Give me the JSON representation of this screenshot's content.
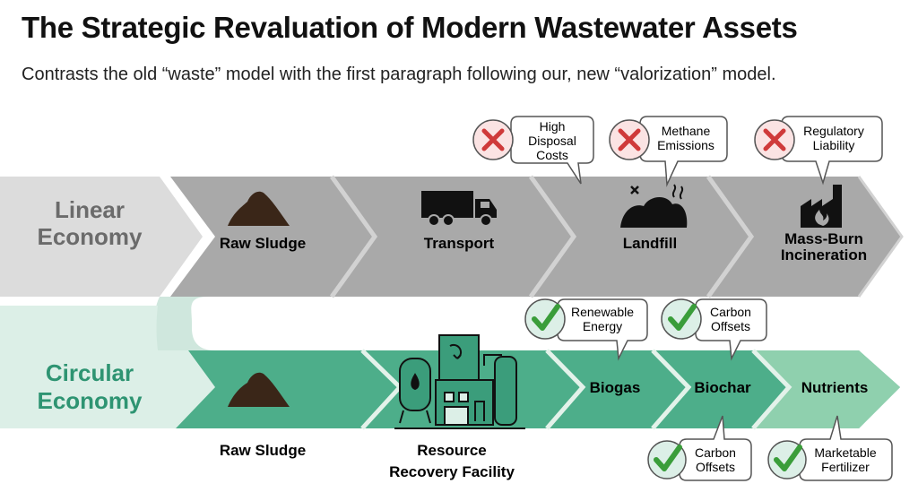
{
  "title": "The Strategic Revaluation of Modern Wastewater Assets",
  "subtitle": "Contrasts the old “waste” model with the first paragraph following our, new “valorization” model.",
  "linear": {
    "label_line1": "Linear",
    "label_line2": "Economy",
    "steps": {
      "raw_sludge": "Raw Sludge",
      "transport": "Transport",
      "landfill": "Landfill",
      "incineration_line1": "Mass-Burn",
      "incineration_line2": "Incineration"
    },
    "callouts": [
      {
        "lines": [
          "High",
          "Disposal",
          "Costs"
        ],
        "mark": "x-icon"
      },
      {
        "lines": [
          "Methane",
          "Emissions"
        ],
        "mark": "x-icon"
      },
      {
        "lines": [
          "Regulatory",
          "Liability"
        ],
        "mark": "x-icon"
      }
    ]
  },
  "circular": {
    "label_line1": "Circular",
    "label_line2": "Economy",
    "steps": {
      "raw_sludge": "Raw Sludge",
      "facility_line1": "Resource",
      "facility_line2": "Recovery Facility",
      "biogas": "Biogas",
      "biochar": "Biochar",
      "nutrients": "Nutrients"
    },
    "callouts_top": [
      {
        "lines": [
          "Renewable",
          "Energy"
        ],
        "mark": "check-icon"
      },
      {
        "lines": [
          "Carbon",
          "Offsets"
        ],
        "mark": "check-icon"
      }
    ],
    "callouts_bottom": [
      {
        "lines": [
          "Carbon",
          "Offsets"
        ],
        "mark": "check-icon"
      },
      {
        "lines": [
          "Marketable",
          "Fertilizer"
        ],
        "mark": "check-icon"
      }
    ]
  },
  "colors": {
    "linear_dark": "#a9a9a9",
    "linear_light": "#dcdcdc",
    "circular_dark": "#4dae8a",
    "circular_light": "#dcefe7",
    "circular_label": "#2e9472",
    "cross_red": "#cf3a3a",
    "check_green": "#3a9d3a"
  }
}
